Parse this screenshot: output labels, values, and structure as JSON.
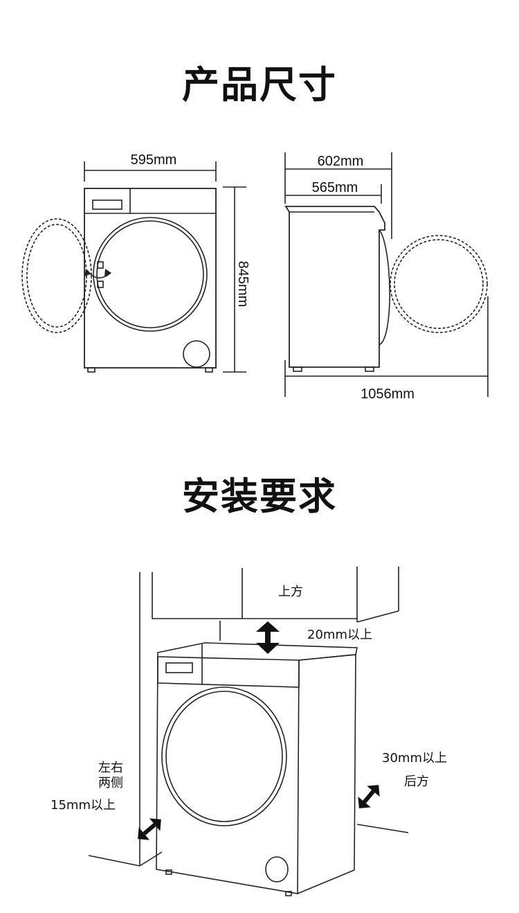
{
  "sections": {
    "dimensions_title": "产品尺寸",
    "installation_title": "安装要求"
  },
  "dimensions": {
    "front_width": "595mm",
    "height": "845mm",
    "side_depth_total": "602mm",
    "side_depth_body": "565mm",
    "depth_door_open": "1056mm"
  },
  "installation": {
    "top_label": "上方",
    "top_clearance": "20mm以上",
    "sides_label_line1": "左右",
    "sides_label_line2": "两侧",
    "sides_clearance": "15mm以上",
    "back_clearance": "30mm以上",
    "back_label": "后方"
  }
}
